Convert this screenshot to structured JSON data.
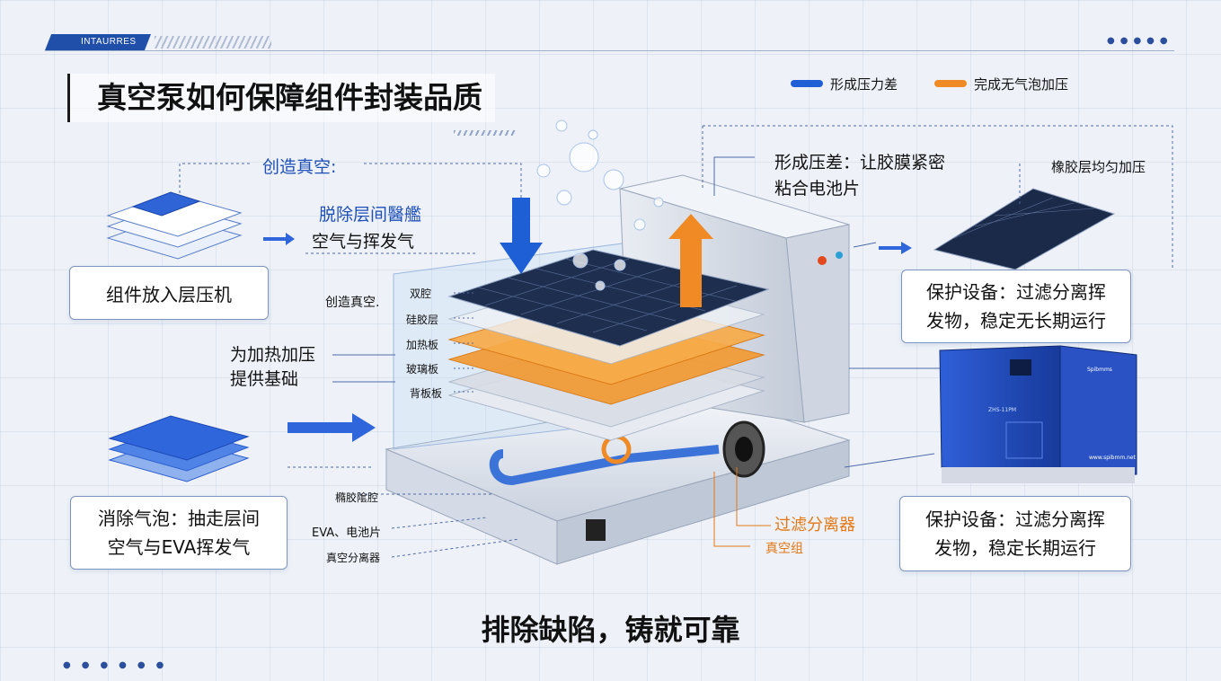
{
  "header": {
    "brand": "INTAURRES",
    "title": "真空泵如何保障组件封装品质"
  },
  "legend": [
    {
      "label": "形成压力差",
      "color": "#1e5fd6"
    },
    {
      "label": "完成无气泡加压",
      "color": "#f08a24"
    }
  ],
  "left": {
    "create_vacuum": "创造真空:",
    "remove_line1": "脱除层间醫艦",
    "remove_line2": "空气与挥发气",
    "box_laminator": "组件放入层压机",
    "create_vacuum_small": "创造真空.",
    "heat_line1": "为加热加压",
    "heat_line2": "提供基础",
    "box_bubbles_line1": "消除气泡：抽走层间",
    "box_bubbles_line2": "空气与EVA挥发气"
  },
  "layers": [
    "双腔",
    "硅胶层",
    "加热板",
    "玻璃板",
    "背板板"
  ],
  "machine": {
    "label_a": "橢胶隂腔",
    "label_b": "EVA、电池片",
    "label_c": "真空分离器",
    "filter": "过滤分离器",
    "vacuum_group": "真空组"
  },
  "right": {
    "pressure_line1": "形成压差：让胶膜紧密",
    "pressure_line2": "粘合电池片",
    "rubber": "橡胶层均匀加压",
    "protect1_line1": "保护设备：过滤分离挥",
    "protect1_line2": "发物，稳定无长期运行",
    "protect2_line1": "保护设备：过滤分离挥",
    "protect2_line2": "发物，稳定长期运行",
    "pump_model": "ZHS-11PM",
    "pump_brand": "Spibmms",
    "pump_url": "www.spibmm.net"
  },
  "footer": {
    "slogan": "排除缺陷，铸就可靠"
  }
}
